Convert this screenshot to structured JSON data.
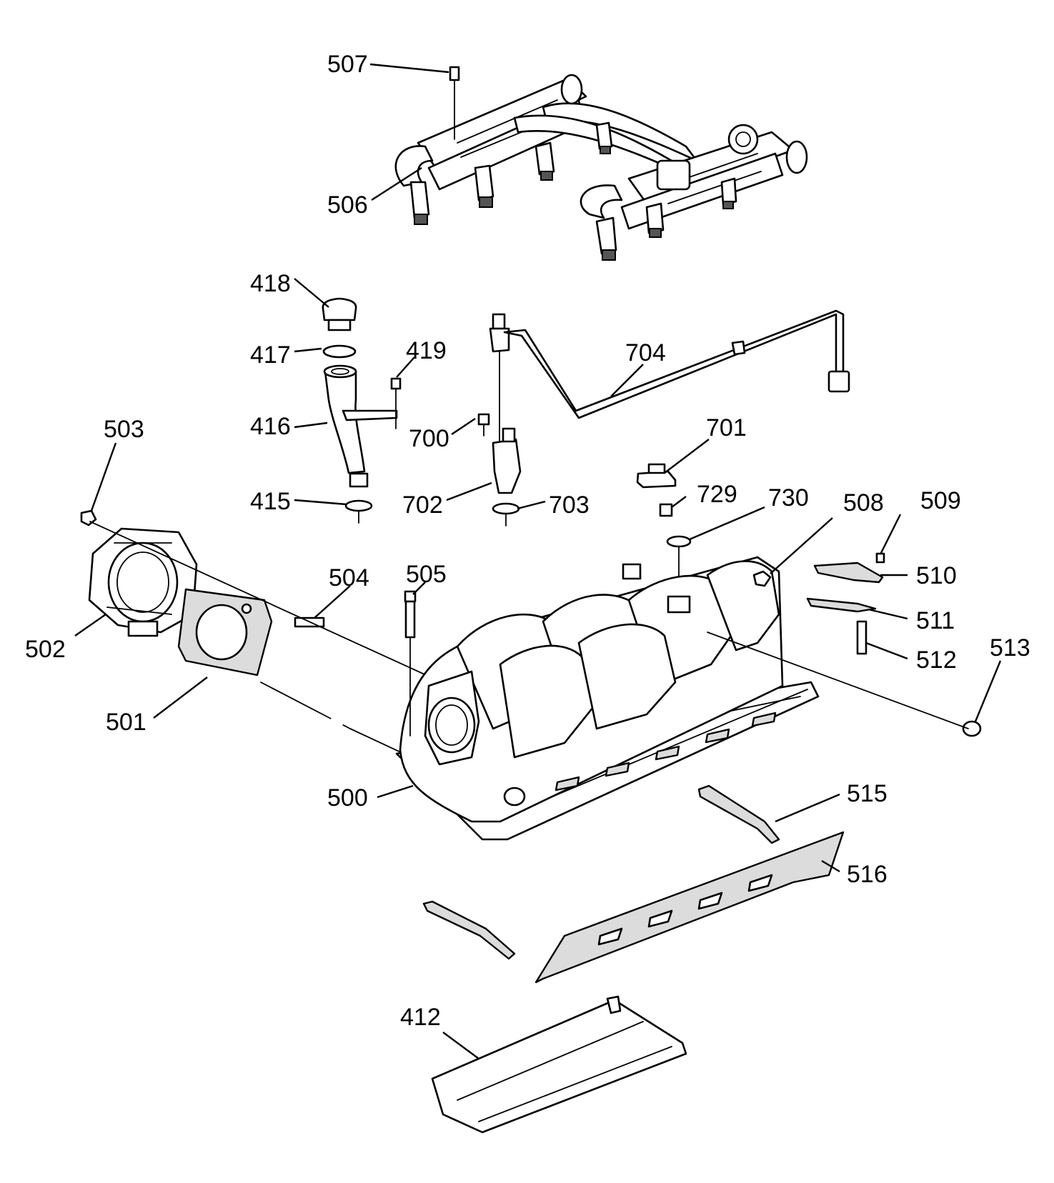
{
  "callouts": {
    "c507": "507",
    "c506": "506",
    "c418": "418",
    "c417": "417",
    "c419": "419",
    "c416": "416",
    "c415": "415",
    "c700": "700",
    "c702": "702",
    "c703": "703",
    "c704": "704",
    "c701": "701",
    "c729": "729",
    "c730": "730",
    "c503": "503",
    "c502": "502",
    "c501": "501",
    "c504": "504",
    "c505": "505",
    "c508": "508",
    "c509": "509",
    "c510": "510",
    "c511": "511",
    "c512": "512",
    "c513": "513",
    "c500": "500",
    "c515": "515",
    "c516": "516",
    "c412": "412"
  }
}
